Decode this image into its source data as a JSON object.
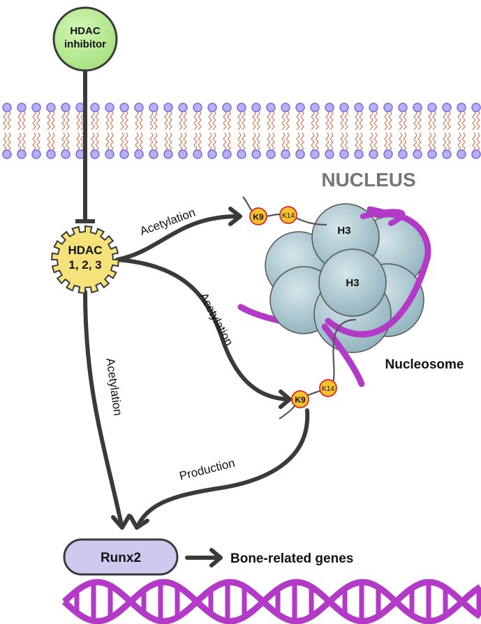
{
  "inhibitor": {
    "line1": "HDAC",
    "line2": "inhibitor"
  },
  "nucleus_label": "NUCLEUS",
  "hdac": {
    "line1": "HDAC",
    "line2": "1, 2, 3"
  },
  "arrows": {
    "acetylation_top": "Acetylation",
    "acetylation_middle": "Acetylation",
    "acetylation_left": "Acetylation",
    "production": "Production"
  },
  "residues": {
    "top_k9": "K9",
    "top_k14": "K14",
    "bottom_k9": "K9",
    "bottom_k14": "K14"
  },
  "histones": {
    "top": "H3",
    "center": "H3"
  },
  "nucleosome_label": "Nucleosome",
  "runx2": "Runx2",
  "bone_genes": "Bone-related genes",
  "colors": {
    "inhibitor_fill": "#b7ec8f",
    "hdac_fill": "#f6e27a",
    "histone_fill": "#a8c6d0",
    "dna": "#b33ac6",
    "residue_fill": "#f7c22d",
    "residue_stroke": "#d62828",
    "membrane_head": "#b9b0f2",
    "membrane_tail": "#d07a5a",
    "runx2_fill": "#cfc9f0",
    "arrow": "#3a3a3a",
    "nucleus_text": "#777777"
  }
}
